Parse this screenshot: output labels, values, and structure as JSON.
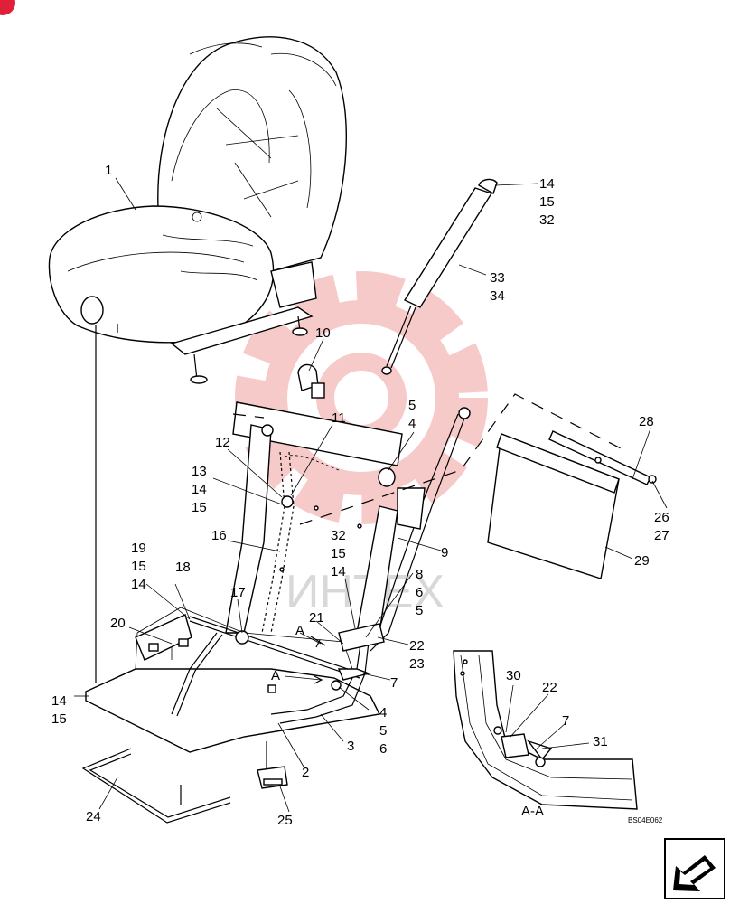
{
  "watermark": {
    "text": "ИНТЕХ",
    "gear_color": "#f2a0a0"
  },
  "corner_badge": {
    "color": "#e0203a"
  },
  "callouts": {
    "c1": "1",
    "c2": "2",
    "c3": "3",
    "c4a": "4",
    "c4b": "4",
    "c5a": "5",
    "c5b": "5",
    "c5c": "5",
    "c6a": "6",
    "c6b": "6",
    "c7a": "7",
    "c7b": "7",
    "c8": "8",
    "c9": "9",
    "c10": "10",
    "c11": "11",
    "c12": "12",
    "c13": "13",
    "c14a": "14",
    "c14b": "14",
    "c14c": "14",
    "c14d": "14",
    "c14e": "14",
    "c15a": "15",
    "c15b": "15",
    "c15c": "15",
    "c15d": "15",
    "c15e": "15",
    "c16": "16",
    "c17": "17",
    "c18": "18",
    "c19": "19",
    "c20": "20",
    "c21": "21",
    "c22a": "22",
    "c22b": "22",
    "c23": "23",
    "c24": "24",
    "c25": "25",
    "c26": "26",
    "c27": "27",
    "c28": "28",
    "c29": "29",
    "c30": "30",
    "c31": "31",
    "c32a": "32",
    "c32b": "32",
    "c33": "33",
    "c34": "34",
    "secA1": "A",
    "secA2": "A"
  },
  "section_label": "A-A",
  "drawing_code": "BS04E062",
  "nav_icon": "arrow-down-left-icon"
}
